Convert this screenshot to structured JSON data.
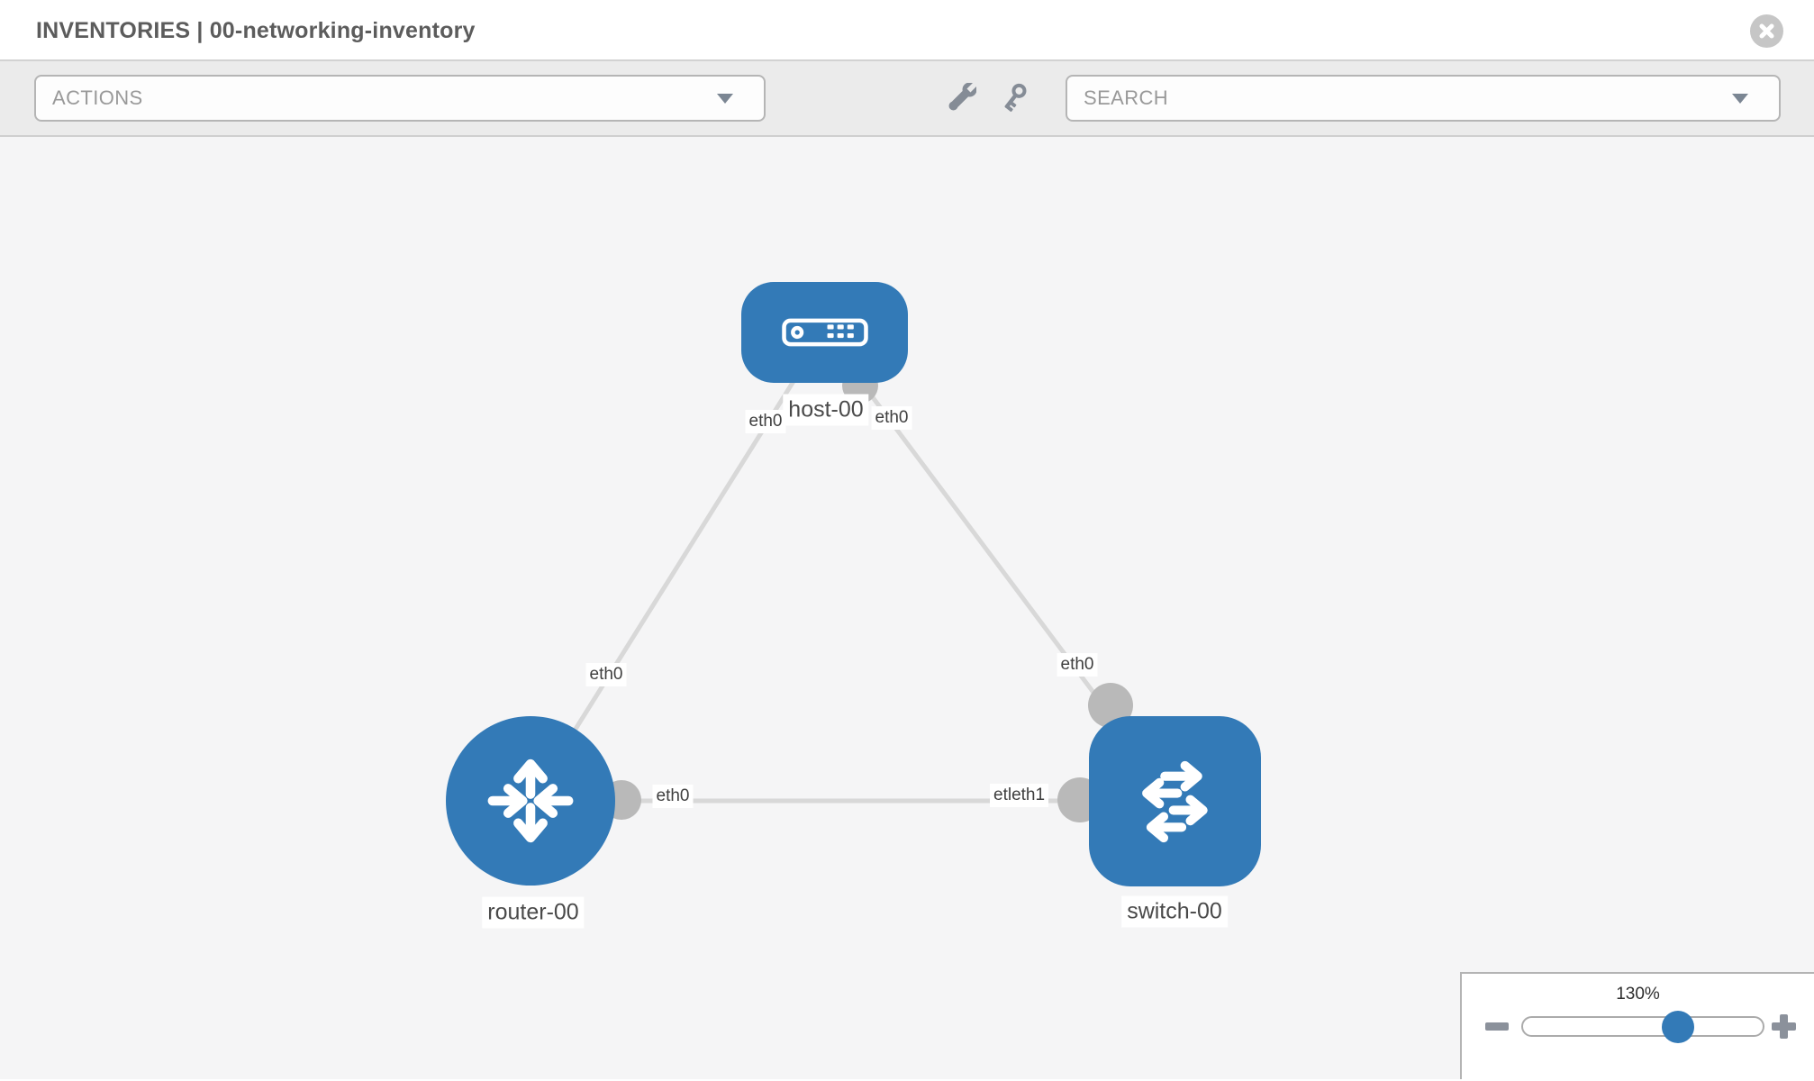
{
  "header": {
    "title": "INVENTORIES | 00-networking-inventory"
  },
  "toolbar": {
    "actions_dropdown": {
      "value": "ACTIONS"
    },
    "search_dropdown": {
      "value": "SEARCH"
    },
    "icons": [
      "wrench-icon",
      "key-icon"
    ]
  },
  "canvas": {
    "nodes": [
      {
        "name": "host-00",
        "type": "host",
        "icon": "server-icon"
      },
      {
        "name": "router-00",
        "type": "router",
        "icon": "router-arrows-icon"
      },
      {
        "name": "switch-00",
        "type": "switch",
        "icon": "switch-arrows-icon"
      }
    ],
    "links": [
      {
        "from": "host-00",
        "to": "router-00",
        "from_label": "eth0",
        "to_label": "eth0"
      },
      {
        "from": "host-00",
        "to": "switch-00",
        "from_label": "eth0",
        "to_label": "eth0"
      },
      {
        "from": "router-00",
        "to": "switch-00",
        "from_label": "eth0",
        "to_label": "eth1",
        "to_label_overlap_visible": "etl"
      }
    ]
  },
  "zoom_control": {
    "level": "130%",
    "minus_icon": "minus",
    "plus_icon": "plus",
    "slider_position_percent": 64.6
  },
  "colors": {
    "node_blue": "#337ab7",
    "link_gray": "#d8d8d8",
    "endpoint_gray": "#b9b9b9",
    "canvas_bg": "#f5f5f6",
    "toolbar_bg": "#ebebeb"
  }
}
